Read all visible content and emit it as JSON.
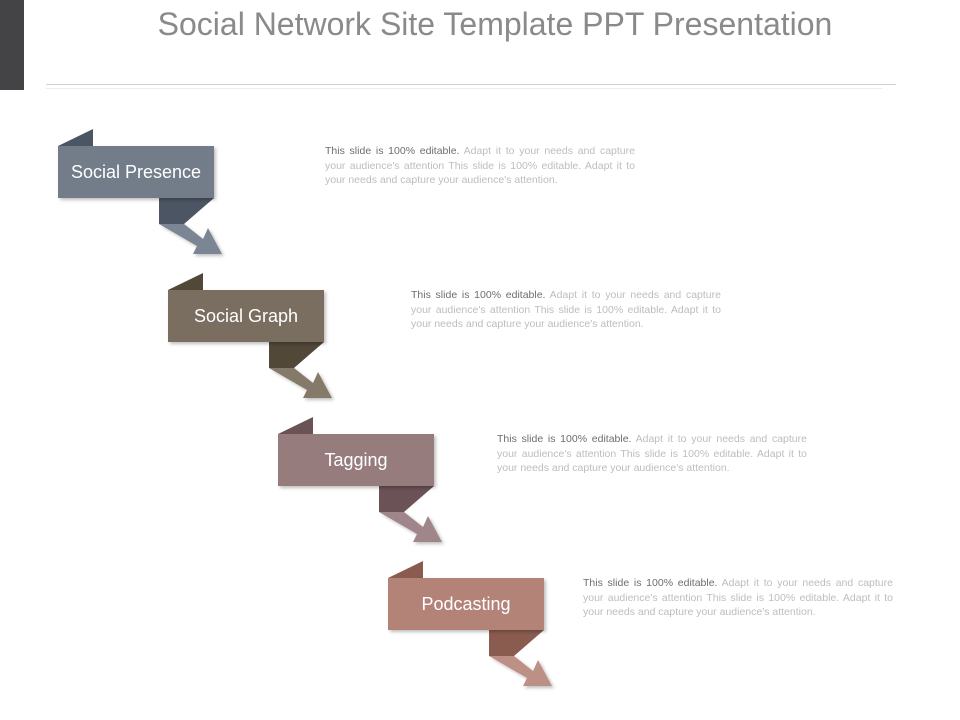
{
  "slide": {
    "title": "Social Network Site Template PPT Presentation"
  },
  "colors": {
    "accent_bar": "#444446",
    "title_text": "#8a8a8a"
  },
  "steps": [
    {
      "label": "Social Presence",
      "color": "#737d8a",
      "dark": "#4c5563",
      "arrow": "#7b8593",
      "desc_lead": "This slide is 100% editable.",
      "desc_rest": " Adapt it to your needs and capture your audience's attention This slide is 100% editable. Adapt it to your needs and capture your audience's attention."
    },
    {
      "label": "Social Graph",
      "color": "#7a6e60",
      "dark": "#524838",
      "arrow": "#85796a",
      "desc_lead": "This slide is 100% editable.",
      "desc_rest": " Adapt it to your needs and capture your audience's attention This slide is 100% editable. Adapt it to your needs and capture your audience's attention."
    },
    {
      "label": "Tagging",
      "color": "#977b7e",
      "dark": "#6b5256",
      "arrow": "#a0868a",
      "desc_lead": "This slide is 100% editable.",
      "desc_rest": " Adapt it to your needs and capture your audience's attention This slide is 100% editable. Adapt it to your needs and capture your audience's attention."
    },
    {
      "label": "Podcasting",
      "color": "#b38378",
      "dark": "#8a5c50",
      "arrow": "#bd9085",
      "desc_lead": "This slide is 100% editable.",
      "desc_rest": " Adapt it to your needs and capture your audience's attention This slide is 100% editable. Adapt it to your needs and capture your audience's attention."
    }
  ]
}
